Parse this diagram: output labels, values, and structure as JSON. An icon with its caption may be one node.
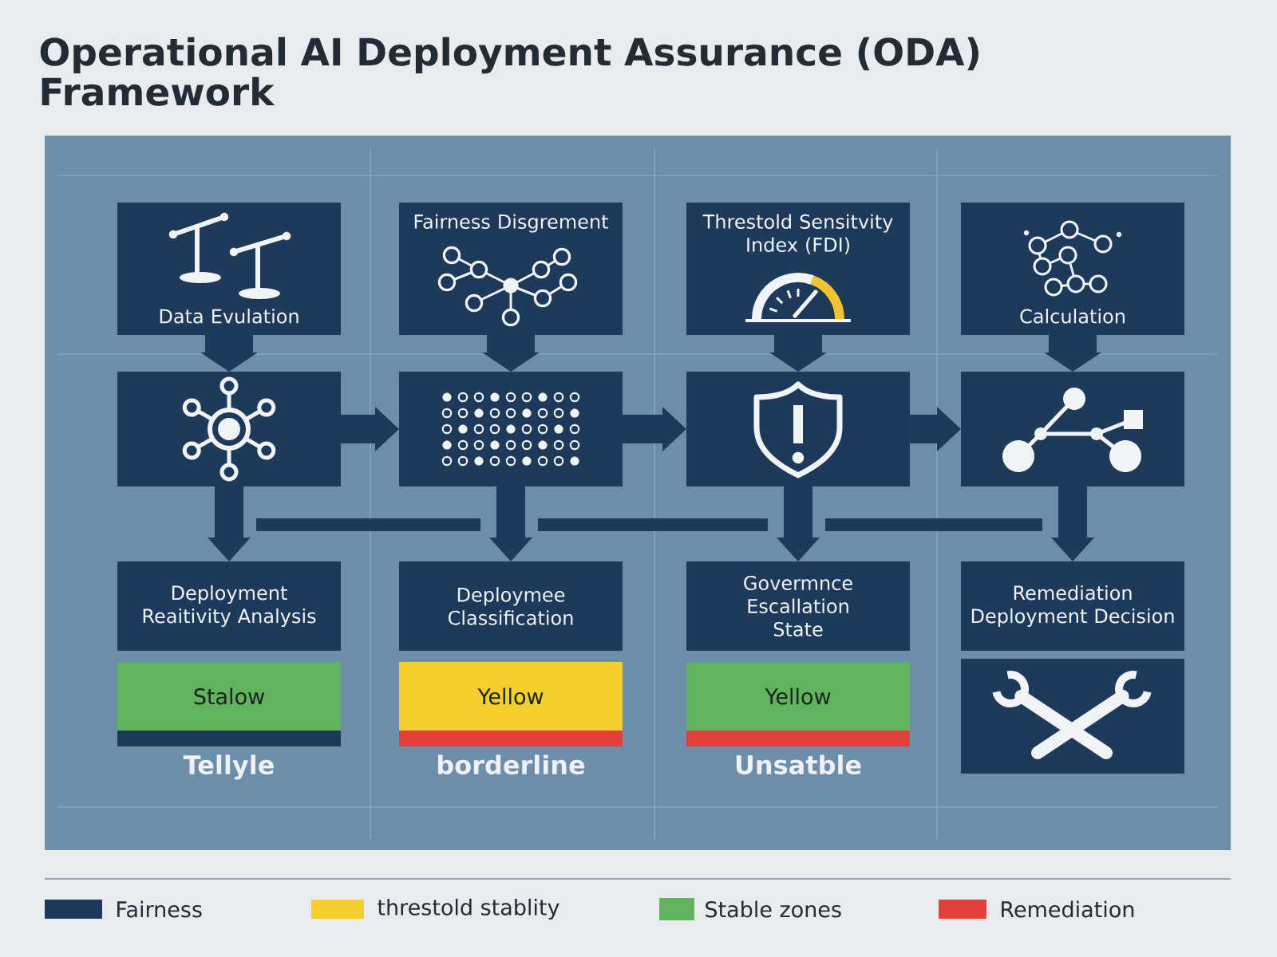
{
  "diagram": {
    "title": "Operational AI Deployment Assurance (ODA) Framework",
    "nodes": [
      {
        "text": [
          "Data Evulation"
        ]
      },
      {
        "text": [
          "Fairness Disgrement"
        ]
      },
      {
        "text": [
          "Threstold Sensitvity Index (FDI)"
        ]
      },
      {
        "text": [
          "Calculation"
        ]
      },
      {
        "text": [],
        "shape": "box"
      },
      {
        "text": [],
        "shape": "box"
      },
      {
        "text": [],
        "shape": "box"
      },
      {
        "text": [],
        "shape": "box"
      },
      {
        "text": [
          "Deployment Reaitivity Analysis"
        ]
      },
      {
        "text": [
          "Deploymee Classification"
        ]
      },
      {
        "text": [
          "Govermnce Escallation State"
        ]
      },
      {
        "text": [
          "Remediation Deployment Decision"
        ]
      },
      {
        "text": [
          "Stalow"
        ],
        "beside": [
          "Tellyle"
        ]
      },
      {
        "text": [
          "Yellow"
        ],
        "beside": [
          "borderline"
        ]
      },
      {
        "text": [
          "Yellow"
        ],
        "beside": [
          "Unsatble"
        ]
      },
      {
        "text": [],
        "shape": "box"
      }
    ],
    "edges": [
      {
        "from": 0,
        "to": 4,
        "arrow": "to"
      },
      {
        "from": 1,
        "to": 5,
        "arrow": "to"
      },
      {
        "from": 2,
        "to": 6,
        "arrow": "to"
      },
      {
        "from": 3,
        "to": 7,
        "arrow": "to"
      },
      {
        "from": 4,
        "to": 5,
        "arrow": "to"
      },
      {
        "from": 5,
        "to": 6,
        "arrow": "to"
      },
      {
        "from": 6,
        "to": 7,
        "arrow": "to"
      },
      {
        "from": 4,
        "to": 8,
        "arrow": "to"
      },
      {
        "from": 5,
        "to": 9,
        "arrow": "to"
      },
      {
        "from": 6,
        "to": 10,
        "arrow": "to"
      },
      {
        "from": 7,
        "to": 11,
        "arrow": "to"
      }
    ],
    "legend": [
      {
        "text": "Fairness",
        "color": "#1d3a5b"
      },
      {
        "text": "threstold stablity",
        "color": "#f5cf2e"
      },
      {
        "text": "Stable zones",
        "color": "#62b35f"
      },
      {
        "text": "Remediation",
        "color": "#e2403c"
      }
    ]
  }
}
